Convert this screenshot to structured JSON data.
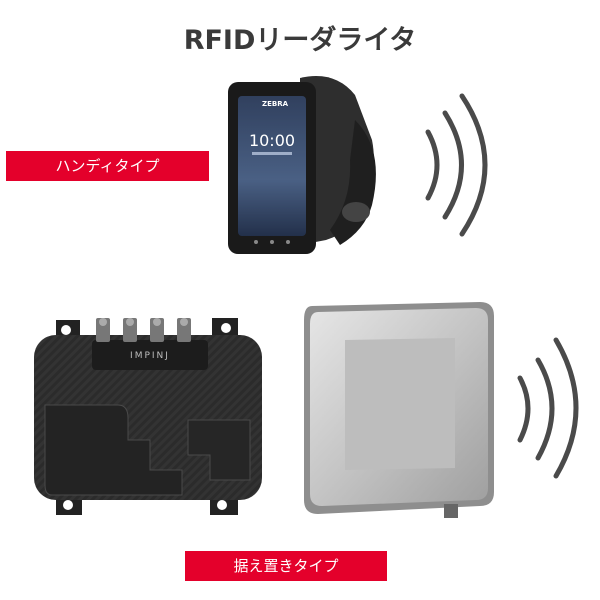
{
  "title": "RFIDリーダライタ",
  "labels": {
    "handy": "ハンディタイプ",
    "fixed": "据え置きタイプ"
  },
  "devices": {
    "handheld_brand": "ZEBRA",
    "handheld_clock": "10:00",
    "reader_brand": "IMPINJ"
  },
  "colors": {
    "accent_red": "#e4002b",
    "title_gray": "#3a3a3a",
    "wave_gray": "#4a4a4a"
  },
  "icons": [
    "radio-wave-icon"
  ]
}
